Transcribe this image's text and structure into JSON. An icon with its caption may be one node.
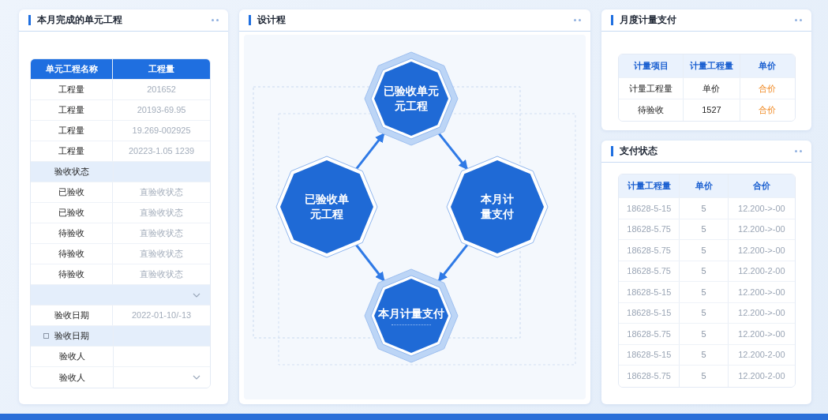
{
  "diagram": {
    "nodes": [
      {
        "text": [
          "本月完成的单元工程"
        ]
      },
      {
        "text": [
          "设计程"
        ]
      },
      {
        "text": [
          "已验收单元元工程"
        ],
        "in": 1
      },
      {
        "text": [
          "已验收单元工程"
        ],
        "in": 1
      },
      {
        "text": [
          "本月计量支付"
        ],
        "in": 1
      },
      {
        "text": [
          "本月计量支付"
        ],
        "in": 1
      },
      {
        "text": [
          "月度计量支付"
        ]
      },
      {
        "text": [
          "支付状态"
        ]
      }
    ],
    "edges": [
      {
        "from": 3,
        "to": 2,
        "arrow": "to"
      },
      {
        "from": 2,
        "to": 4,
        "arrow": "to"
      },
      {
        "from": 3,
        "to": 5,
        "arrow": "to"
      },
      {
        "from": 4,
        "to": 5,
        "arrow": "to"
      }
    ],
    "labels": [
      "单元工程名称",
      "工程量",
      "工程量",
      "201652",
      "工程量",
      "20193-69.95",
      "工程量",
      "19.269-002925",
      "工程量",
      "20223-1.05 1239",
      "验收状态",
      "已验收",
      "直验收状态",
      "已验收",
      "直验收状态",
      "待验收",
      "直验收状态",
      "待验收",
      "直验收状态",
      "待验收",
      "直验收状态",
      "验收日期",
      "2022-01-10/-13",
      "验收日期",
      "验收人",
      "验收人",
      "计量项目",
      "计量工程量",
      "单价",
      "计量工程量",
      "单价",
      "合价",
      "待验收",
      "1527",
      "合价",
      "计量工程量",
      "单价",
      "合价",
      "18628-5-15",
      "5",
      "12.200->-00",
      "18628-5.75",
      "5",
      "12.200->-00",
      "18628-5.75",
      "5",
      "12.200->-00",
      "18628-5.75",
      "5",
      "12.200-2-00",
      "18628-5-15",
      "5",
      "12.200->-00",
      "18628-5-15",
      "5",
      "12.200->-00",
      "18628-5.75",
      "5",
      "12.200->-00",
      "18628-5-15",
      "5",
      "12.200-2-00",
      "18628-5.75",
      "5",
      "12.200-2-00"
    ]
  }
}
